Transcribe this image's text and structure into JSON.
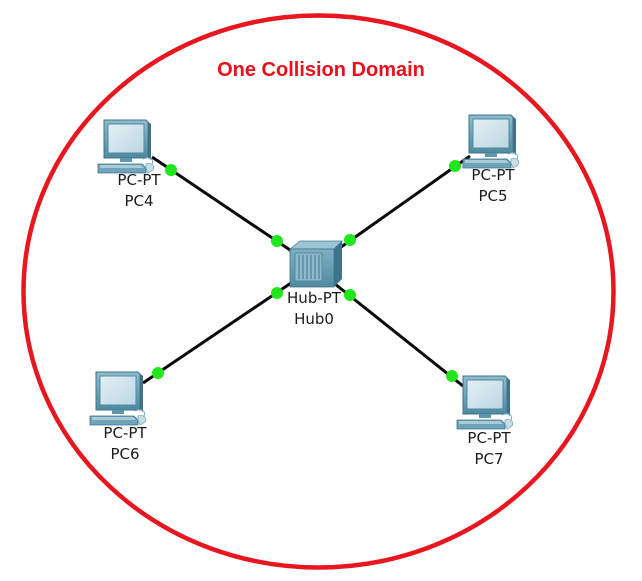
{
  "diagram": {
    "title": "One Collision Domain",
    "colors": {
      "domain_boundary": "#e8161f",
      "title": "#e8101a",
      "link": "#0a0a0a",
      "port_up": "#22e61c",
      "device_body": "#6fa4b8",
      "device_screen": "#cfe3ec",
      "label_text": "#1b1b1b"
    },
    "hub": {
      "id": "hub0",
      "type": "Hub-PT",
      "name": "Hub0",
      "icon": "hub-icon"
    },
    "pcs": [
      {
        "id": "pc4",
        "type": "PC-PT",
        "name": "PC4",
        "icon": "pc-icon",
        "position": "top-left"
      },
      {
        "id": "pc5",
        "type": "PC-PT",
        "name": "PC5",
        "icon": "pc-icon",
        "position": "top-right"
      },
      {
        "id": "pc6",
        "type": "PC-PT",
        "name": "PC6",
        "icon": "pc-icon",
        "position": "bottom-left"
      },
      {
        "id": "pc7",
        "type": "PC-PT",
        "name": "PC7",
        "icon": "pc-icon",
        "position": "bottom-right"
      }
    ],
    "links": [
      {
        "from": "PC4",
        "to": "Hub0",
        "status": "up"
      },
      {
        "from": "PC5",
        "to": "Hub0",
        "status": "up"
      },
      {
        "from": "PC6",
        "to": "Hub0",
        "status": "up"
      },
      {
        "from": "PC7",
        "to": "Hub0",
        "status": "up"
      }
    ]
  }
}
